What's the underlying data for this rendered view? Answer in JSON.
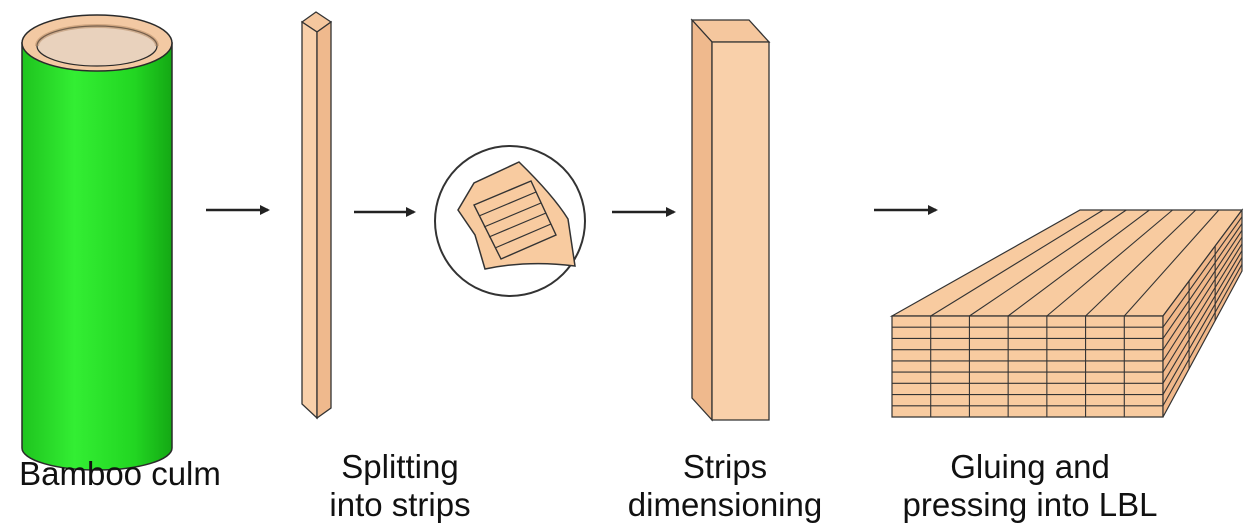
{
  "colors": {
    "culm_green": "#22dd22",
    "culm_green_dark": "#14b814",
    "wood": "#f8cba0",
    "wood_inner": "#f2d3b4",
    "wood_side": "#f1b88a",
    "outline": "#333333",
    "arrow": "#222222"
  },
  "steps": [
    {
      "label_lines": [
        "Bamboo culm"
      ]
    },
    {
      "label_lines": [
        "Splitting",
        "into strips"
      ]
    },
    {
      "label_lines": [
        "Strips",
        "dimensioning"
      ]
    },
    {
      "label_lines": [
        "Gluing and",
        "pressing into LBL"
      ]
    }
  ],
  "arrows": [
    {
      "icon": "arrow-right-icon"
    },
    {
      "icon": "arrow-right-icon"
    },
    {
      "icon": "arrow-right-icon"
    },
    {
      "icon": "arrow-right-icon"
    }
  ]
}
